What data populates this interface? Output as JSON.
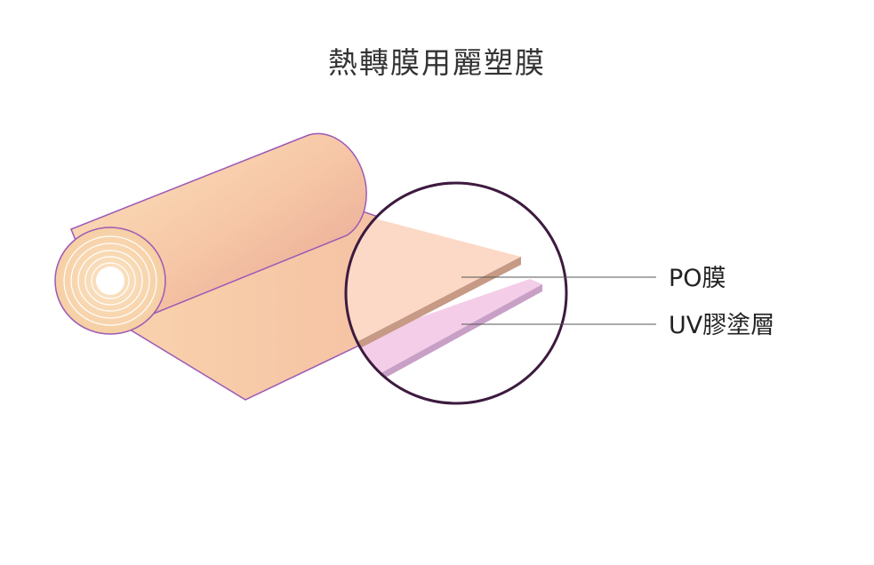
{
  "title": "熱轉膜用麗塑膜",
  "layers": [
    {
      "label": "PO膜",
      "color": "#fcd9c6"
    },
    {
      "label": "UV膠塗層",
      "color": "#f4cde9"
    }
  ],
  "colors": {
    "roll_outline": "#9c59b5",
    "magnifier_ring": "#3d1a3f",
    "leader_line": "#555555"
  }
}
